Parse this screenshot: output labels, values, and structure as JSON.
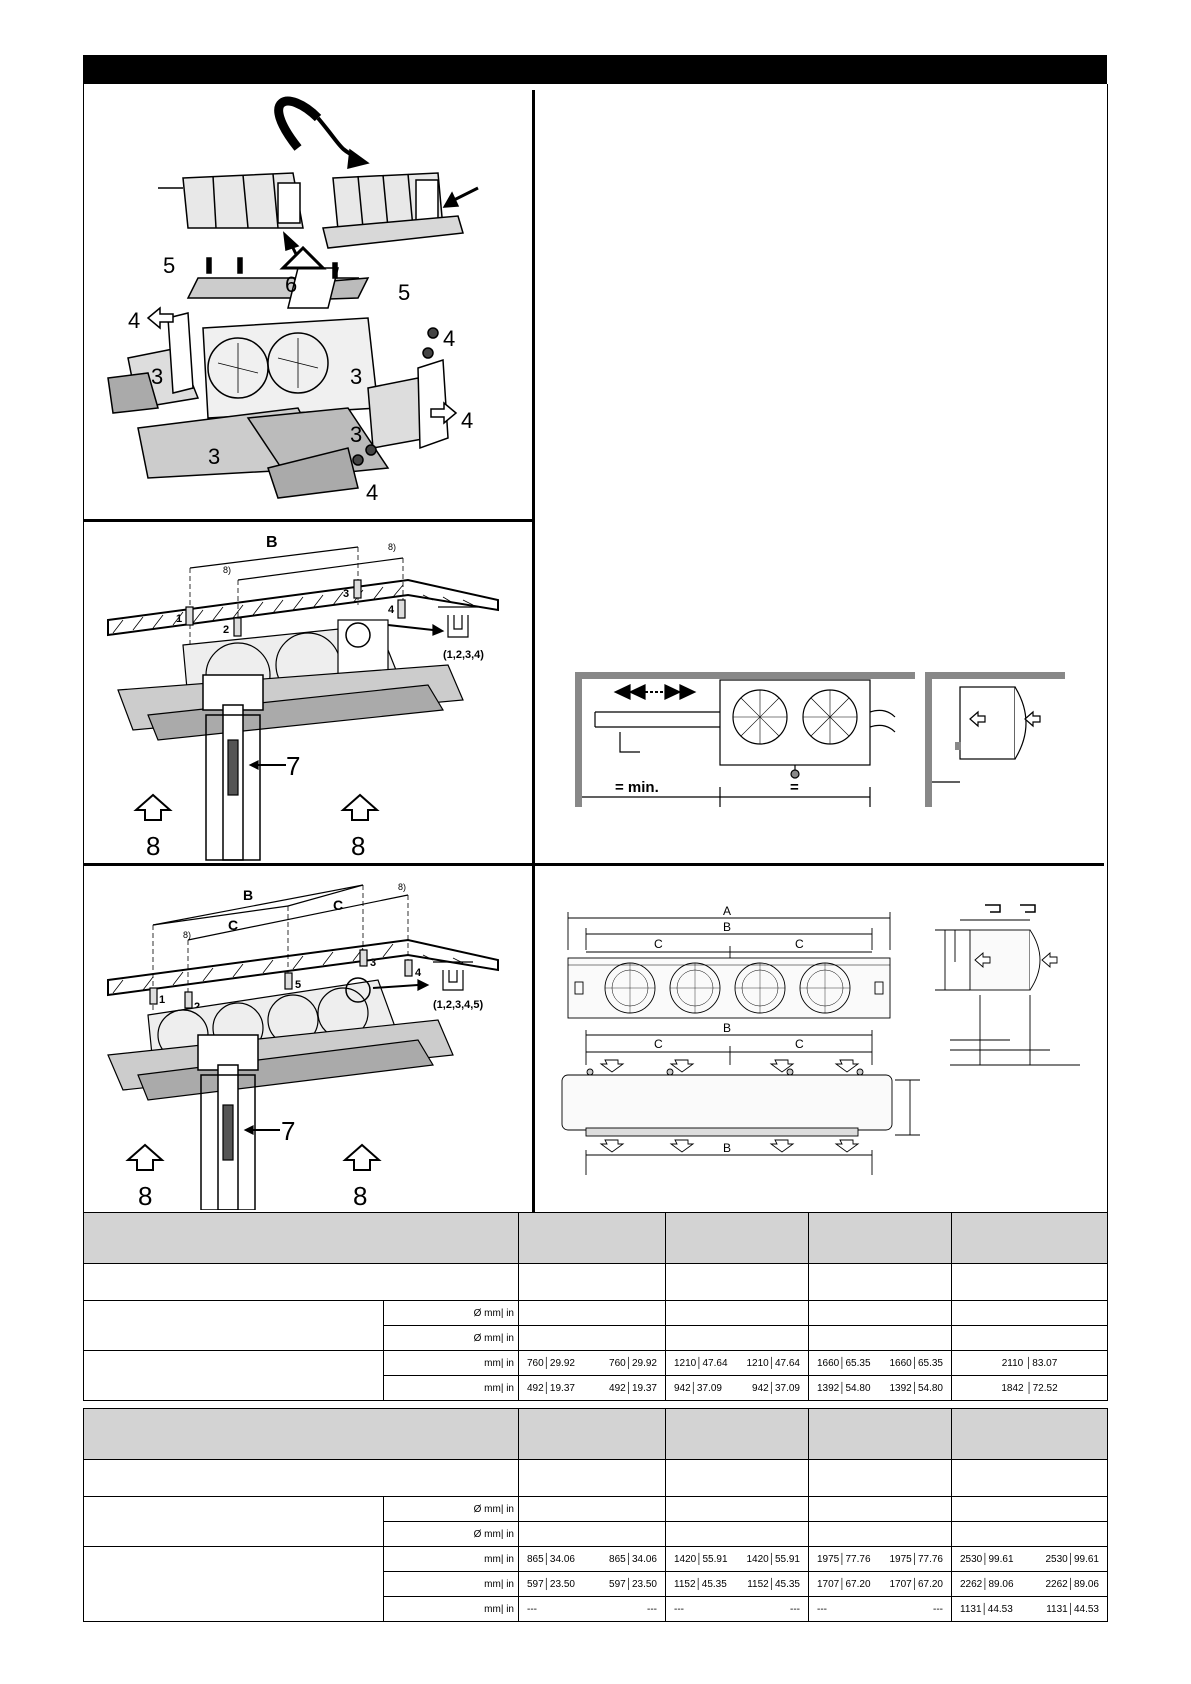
{
  "panel_unpack": {
    "labels": {
      "cover": "6",
      "screws": "5",
      "sides": "4",
      "cardboard": "3"
    }
  },
  "panel_mount_2fan": {
    "labels": {
      "B": "B",
      "note": "8)",
      "p1": "1",
      "p2": "2",
      "p3": "3",
      "p4": "4",
      "group": "(1,2,3,4)",
      "lift": "7",
      "support": "8"
    }
  },
  "panel_mount_4fan": {
    "labels": {
      "B": "B",
      "C": "C",
      "note": "8)",
      "p1": "1",
      "p2": "2",
      "p3": "3",
      "p4": "4",
      "p5": "5",
      "group": "(1,2,3,4,5)",
      "lift": "7",
      "support": "8"
    }
  },
  "panel_clearance": {
    "labels": {
      "min": "= min.",
      "equal": "="
    }
  },
  "panel_dimensions": {
    "labels": {
      "A": "A",
      "B": "B",
      "C": "C"
    }
  },
  "table1": {
    "units": {
      "dia": "Ø mm| in",
      "len": "mm| in"
    },
    "rowB": [
      {
        "a": "760│29.92",
        "b": "760│29.92"
      },
      {
        "a": "1210│47.64",
        "b": "1210│47.64"
      },
      {
        "a": "1660│65.35",
        "b": "1660│65.35"
      },
      {
        "single": "2110 │83.07"
      }
    ],
    "rowC": [
      {
        "a": "492│19.37",
        "b": "492│19.37"
      },
      {
        "a": "942│37.09",
        "b": "942│37.09"
      },
      {
        "a": "1392│54.80",
        "b": "1392│54.80"
      },
      {
        "single": "1842 │72.52"
      }
    ]
  },
  "table2": {
    "units": {
      "dia": "Ø mm| in",
      "len": "mm| in"
    },
    "rowA": [
      {
        "a": "865│34.06",
        "b": "865│34.06"
      },
      {
        "a": "1420│55.91",
        "b": "1420│55.91"
      },
      {
        "a": "1975│77.76",
        "b": "1975│77.76"
      },
      {
        "a": "2530│99.61",
        "b": "2530│99.61"
      }
    ],
    "rowB": [
      {
        "a": "597│23.50",
        "b": "597│23.50"
      },
      {
        "a": "1152│45.35",
        "b": "1152│45.35"
      },
      {
        "a": "1707│67.20",
        "b": "1707│67.20"
      },
      {
        "a": "2262│89.06",
        "b": "2262│89.06"
      }
    ],
    "rowC": [
      {
        "a": "---",
        "b": "---"
      },
      {
        "a": "---",
        "b": "---"
      },
      {
        "a": "---",
        "b": "---"
      },
      {
        "a": "1131│44.53",
        "b": "1131│44.53"
      }
    ]
  }
}
